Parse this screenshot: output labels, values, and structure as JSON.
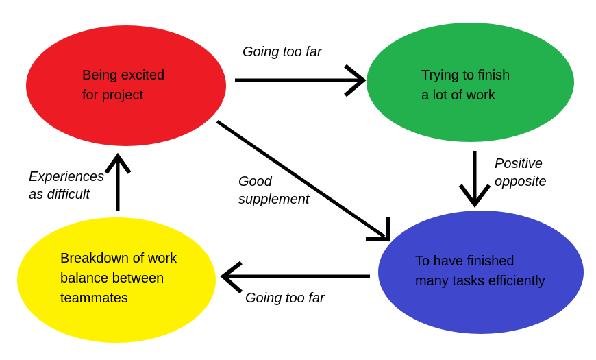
{
  "nodes": [
    {
      "id": "being-excited",
      "label": "Being excited\nfor project",
      "color": "#ed1c24"
    },
    {
      "id": "trying-finish",
      "label": "Trying to finish\na lot of work",
      "color": "#22b14c"
    },
    {
      "id": "finished-tasks",
      "label": "To have finished\nmany tasks efficiently",
      "color": "#3f48cc"
    },
    {
      "id": "work-breakdown",
      "label": "Breakdown of work\nbalance between\nteammates",
      "color": "#fff200"
    }
  ],
  "edges": [
    {
      "from": "being-excited",
      "to": "trying-finish",
      "label": "Going too far"
    },
    {
      "from": "trying-finish",
      "to": "finished-tasks",
      "label": "Positive\nopposite"
    },
    {
      "from": "being-excited",
      "to": "finished-tasks",
      "label": "Good\nsupplement"
    },
    {
      "from": "finished-tasks",
      "to": "work-breakdown",
      "label": "Going too far"
    },
    {
      "from": "work-breakdown",
      "to": "being-excited",
      "label": "Experiences\nas difficult"
    }
  ],
  "colors": {
    "background": "#ffffff",
    "arrow": "#000000",
    "text": "#000000"
  }
}
